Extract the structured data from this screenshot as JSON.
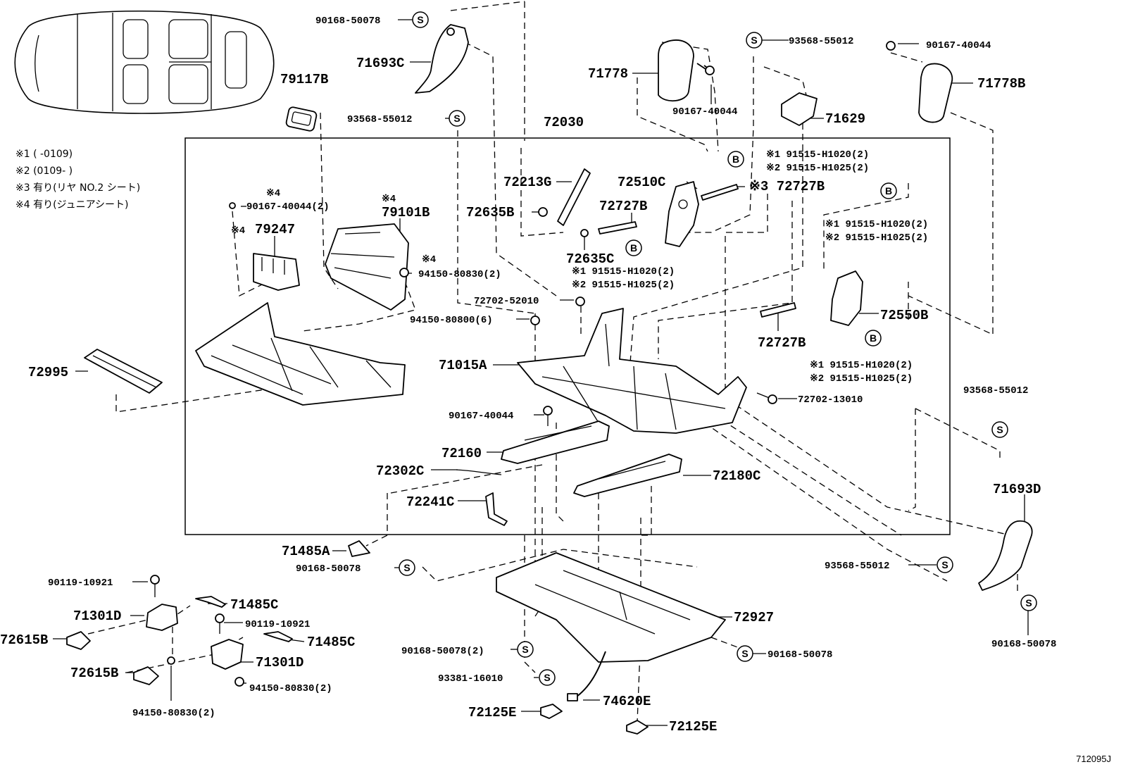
{
  "notes": [
    "※1 (     -0109)",
    "※2 (0109-     )",
    "※3 有り(リヤ NO.2 シート)",
    "※4 有り(ジュニアシート)"
  ],
  "ref_no": "712095J",
  "labels": {
    "p90168_50078_top": "90168-50078",
    "p71693C": "71693C",
    "p71778": "71778",
    "p90167_40044_71778": "90167-40044",
    "p93568_55012_top": "93568-55012",
    "p90167_40044_top": "90167-40044",
    "p71778B": "71778B",
    "p71629": "71629",
    "p79117B": "79117B",
    "p93568_55012_mid": "93568-55012",
    "p72030": "72030",
    "p91515_H1020_a": "※1 91515-H1020(2)",
    "p91515_H1025_a": "※2 91515-H1025(2)",
    "p72213G": "72213G",
    "p72510C": "72510C",
    "p72727B_a": "※3 72727B",
    "p90167_40044_2": "90167-40044(2)",
    "p79101B": "79101B",
    "p72635B": "72635B",
    "p72727B_b": "72727B",
    "p79247": "79247",
    "p72635C": "72635C",
    "p91515_H1020_b": "※1 91515-H1020(2)",
    "p91515_H1025_b": "※2 91515-H1025(2)",
    "p94150_80830_a": "94150-80830(2)",
    "p91515_H1020_c": "※1 91515-H1020(2)",
    "p91515_H1025_c": "※2 91515-H1025(2)",
    "p72702_52010": "72702-52010",
    "p94150_80800": "94150-80800(6)",
    "p72550B": "72550B",
    "p72727B_c": "72727B",
    "p91515_H1020_d": "※1 91515-H1020(2)",
    "p91515_H1025_d": "※2 91515-H1025(2)",
    "p72995": "72995",
    "p71015A": "71015A",
    "p93568_55012_r": "93568-55012",
    "p72702_13010": "72702-13010",
    "p90167_40044_mid": "90167-40044",
    "p72160": "72160",
    "p72302C": "72302C",
    "p72180C": "72180C",
    "p72241C": "72241C",
    "p71693D": "71693D",
    "p71485A": "71485A",
    "p90168_50078_mid": "90168-50078",
    "p93568_55012_bot": "93568-55012",
    "p90119_10921_a": "90119-10921",
    "p71485C_a": "71485C",
    "p71301D_a": "71301D",
    "p90119_10921_b": "90119-10921",
    "p72927": "72927",
    "p72615B_a": "72615B",
    "p71485C_b": "71485C",
    "p90168_50078_r": "90168-50078",
    "p90168_50078_2": "90168-50078(2)",
    "p90168_50078_b": "90168-50078",
    "p71301D_b": "71301D",
    "p72615B_b": "72615B",
    "p93381_16010": "93381-16010",
    "p94150_80830_b": "94150-80830(2)",
    "p74620E": "74620E",
    "p94150_80830_c": "94150-80830(2)",
    "p72125E_a": "72125E",
    "p72125E_b": "72125E",
    "m4_a": "※4",
    "m4_b": "※4",
    "m4_c": "※4",
    "m4_d": "※4"
  },
  "symbols": {
    "s": "S",
    "b": "B"
  }
}
